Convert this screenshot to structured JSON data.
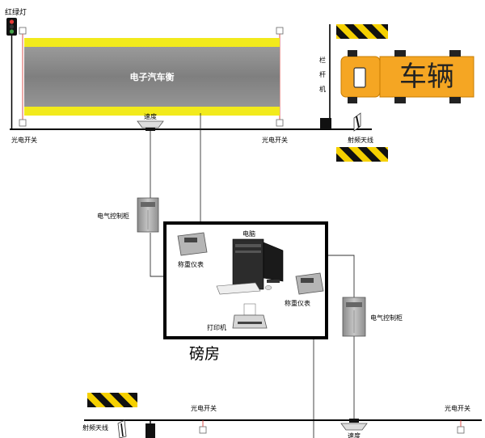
{
  "labels": {
    "traffic_light": "红绿灯",
    "scale_platform": "电子汽车衡",
    "speed_bump": "速度",
    "photo_switch_left": "光电开关",
    "photo_switch_right": "光电开关",
    "photo_switch_bottom_left": "光电开关",
    "photo_switch_bottom_right": "光电开关",
    "barrier_v1": "栏",
    "barrier_v2": "杆",
    "barrier_v3": "机",
    "vehicle": "车辆",
    "rfid_antenna_top": "射频天线",
    "rfid_antenna_bottom": "射频天线",
    "control_cabinet_left": "电气控制柜",
    "control_cabinet_right": "电气控制柜",
    "computer": "电脑",
    "indicator_left": "称重仪表",
    "indicator_right": "称重仪表",
    "printer": "打印机",
    "weigh_room": "磅房",
    "bottom_speed_bump": "速度"
  },
  "colors": {
    "platform_yellow": "#f2ea1c",
    "platform_gray": "#8c8c8c",
    "vehicle_orange": "#f5a623",
    "stripe_yellow": "#f5d000",
    "stripe_black": "#111111",
    "cabinet_gray": "#a8a8a8",
    "sensor_red": "#d9534f"
  },
  "icons": {
    "traffic_light": "traffic-light-icon",
    "barrier": "barrier-gate-icon",
    "vehicle": "truck-icon",
    "computer": "computer-icon",
    "printer": "printer-icon",
    "indicator": "weighing-indicator-icon",
    "cabinet": "control-cabinet-icon"
  }
}
